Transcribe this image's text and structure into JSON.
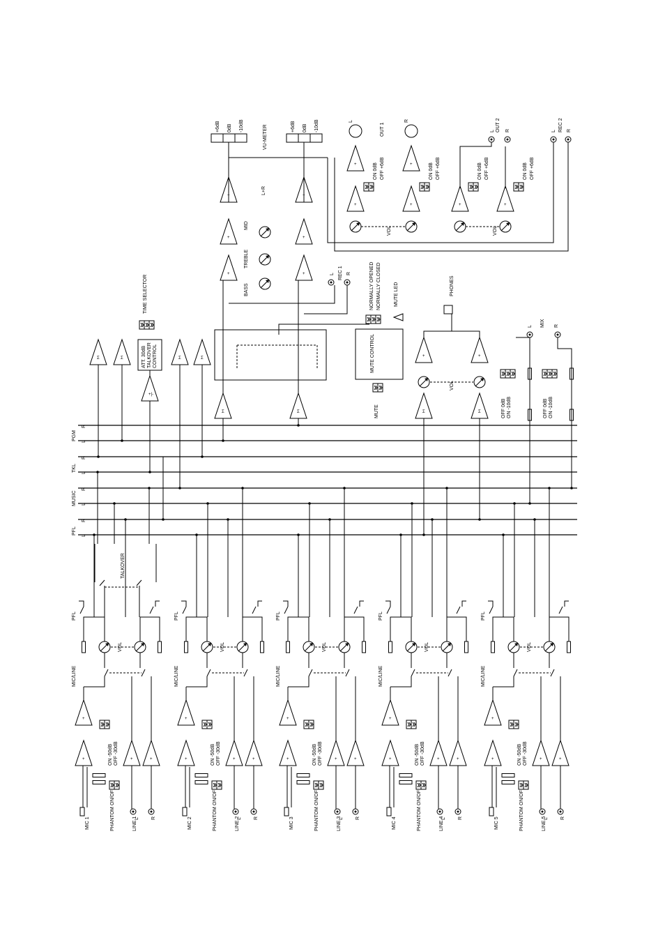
{
  "bus_labels": {
    "pgm": "PGM",
    "tkl": "TKL",
    "music": "MUSIC",
    "pfl": "PFL",
    "left": "L",
    "right": "R"
  },
  "vu_meter": {
    "label": "VU-METER",
    "scale": [
      "+6dB",
      "0dB",
      "-10dB"
    ]
  },
  "tone": {
    "bass": "BASS",
    "treble": "TREBLE",
    "mid": "MID",
    "lr": "L+R"
  },
  "rec1": {
    "label": "REC 1",
    "left": "L",
    "right": "R"
  },
  "mute_control": {
    "title": "MUTE CONTROL",
    "normally_opened": "NORMALLY OPENED",
    "normally_closed": "NORMALLY CLOSED",
    "mute_led": "MUTE LED",
    "mute": "MUTE"
  },
  "phones": {
    "label": "PHONES"
  },
  "talkover": {
    "att": "ATT. 30dB",
    "talkover_label": "TALKOVER",
    "control": "CONTROL",
    "time_selector": "TIME SELECTOR",
    "switch_label": "TALKOVER"
  },
  "outputs": {
    "out1": "OUT 1",
    "out2": "OUT 2",
    "rec2": "REC 2",
    "left": "L",
    "right": "R",
    "gain_on": "ON 0dB",
    "gain_off": "OFF +6dB",
    "vol": "VOL"
  },
  "mix": {
    "label": "MIX",
    "left": "L",
    "right": "R",
    "off": "OFF 0dB",
    "on": "ON -10dB"
  },
  "vol": "VOL",
  "channels": [
    {
      "mic": "MIC 1",
      "line": "LINE 1"
    },
    {
      "mic": "MIC 2",
      "line": "LINE 2"
    },
    {
      "mic": "MIC 3",
      "line": "LINE 3"
    },
    {
      "mic": "MIC 4",
      "line": "LINE 4"
    },
    {
      "mic": "MIC 5",
      "line": "LINE 5"
    }
  ],
  "channel_labels": {
    "phantom": "PHANTOM ON/OFF",
    "gain_on": "ON -50dB",
    "gain_off": "OFF -30dB",
    "mic_line": "MIC/LINE",
    "vol": "VOL",
    "pfl": "PFL",
    "left": "L",
    "right": "R"
  }
}
